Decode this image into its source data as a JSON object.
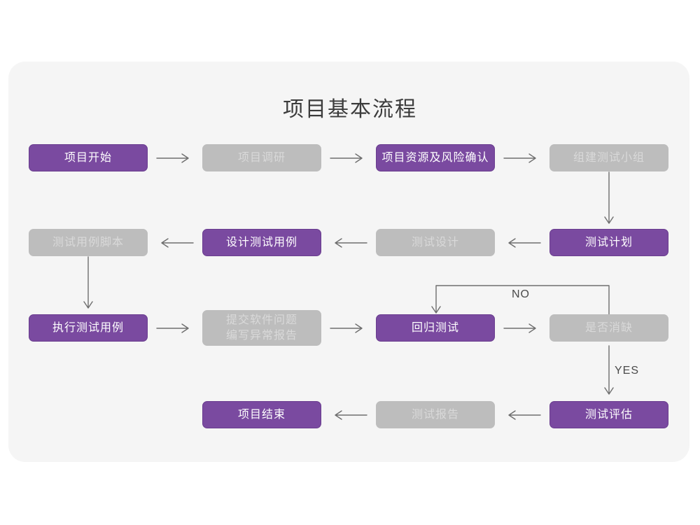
{
  "page": {
    "background": "#ffffff",
    "card_background": "#f5f5f5"
  },
  "title": "项目基本流程",
  "colors": {
    "purple_fill": "#7a4aa0",
    "purple_border": "#6a3d8f",
    "purple_text": "#ffffff",
    "gray_fill": "#bdbdbd",
    "gray_text": "#d9d9d9",
    "connector": "#6e6e6e",
    "title_text": "#3c3c3c",
    "label_text": "#4a4a4a"
  },
  "nodes": [
    {
      "id": "n1",
      "label": "项目开始",
      "style": "purple"
    },
    {
      "id": "n2",
      "label": "项目调研",
      "style": "gray"
    },
    {
      "id": "n3",
      "label": "项目资源及风险确认",
      "style": "purple"
    },
    {
      "id": "n4",
      "label": "组建测试小组",
      "style": "gray"
    },
    {
      "id": "n5",
      "label": "测试计划",
      "style": "purple"
    },
    {
      "id": "n6",
      "label": "测试设计",
      "style": "gray"
    },
    {
      "id": "n7",
      "label": "设计测试用例",
      "style": "purple"
    },
    {
      "id": "n8",
      "label": "测试用例脚本",
      "style": "gray"
    },
    {
      "id": "n9",
      "label": "执行测试用例",
      "style": "purple"
    },
    {
      "id": "n10",
      "label": "提交软件问题\n编写异常报告",
      "style": "gray"
    },
    {
      "id": "n11",
      "label": "回归测试",
      "style": "purple"
    },
    {
      "id": "n12",
      "label": "是否消缺",
      "style": "gray"
    },
    {
      "id": "n13",
      "label": "测试评估",
      "style": "purple"
    },
    {
      "id": "n14",
      "label": "测试报告",
      "style": "gray"
    },
    {
      "id": "n15",
      "label": "项目结束",
      "style": "purple"
    }
  ],
  "edge_labels": {
    "no": "NO",
    "yes": "YES"
  }
}
